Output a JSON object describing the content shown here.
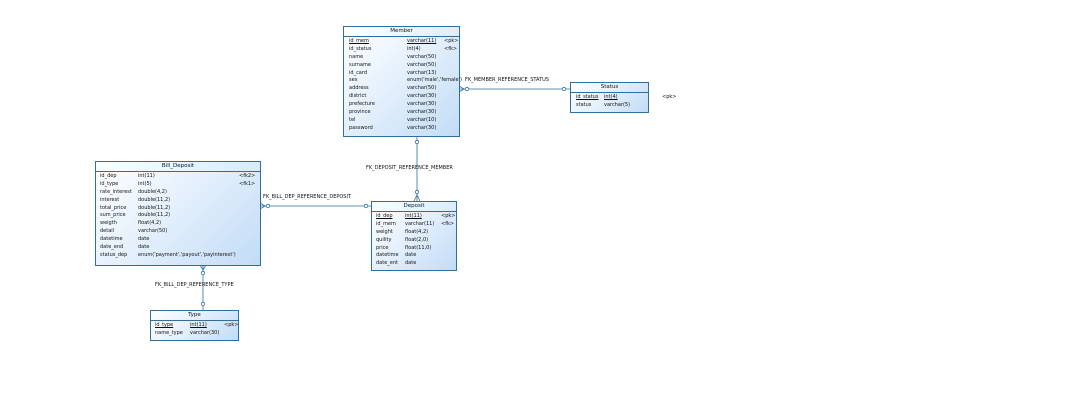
{
  "entities": {
    "member": {
      "title": "Member",
      "rows": [
        {
          "name": "id_mem",
          "type": "varchar(11)",
          "key": "<pk>",
          "pk": true
        },
        {
          "name": "id_status",
          "type": "int(4)",
          "key": "<fk>",
          "pk": false
        },
        {
          "name": "name",
          "type": "varchar(50)",
          "key": "",
          "pk": false
        },
        {
          "name": "surname",
          "type": "varchar(50)",
          "key": "",
          "pk": false
        },
        {
          "name": "id_card",
          "type": "varchar(13)",
          "key": "",
          "pk": false
        },
        {
          "name": "sex",
          "type": "enum('male','female')",
          "key": "",
          "pk": false
        },
        {
          "name": "address",
          "type": "varchar(50)",
          "key": "",
          "pk": false
        },
        {
          "name": "district",
          "type": "varchar(30)",
          "key": "",
          "pk": false
        },
        {
          "name": "prefecture",
          "type": "varchar(30)",
          "key": "",
          "pk": false
        },
        {
          "name": "province",
          "type": "varchar(30)",
          "key": "",
          "pk": false
        },
        {
          "name": "tel",
          "type": "varchar(10)",
          "key": "",
          "pk": false
        },
        {
          "name": "password",
          "type": "varchar(30)",
          "key": "",
          "pk": false
        }
      ]
    },
    "status": {
      "title": "Status",
      "rows": [
        {
          "name": "id_status",
          "type": "int(4)",
          "key": "<pk>",
          "pk": true
        },
        {
          "name": "status",
          "type": "varchar(5)",
          "key": "",
          "pk": false
        }
      ]
    },
    "bill_deposit": {
      "title": "Bill_Deposit",
      "rows": [
        {
          "name": "id_dep",
          "type": "int(11)",
          "key": "<fk2>",
          "pk": false
        },
        {
          "name": "id_type",
          "type": "int(5)",
          "key": "<fk1>",
          "pk": false
        },
        {
          "name": "rate_interest",
          "type": "double(4,2)",
          "key": "",
          "pk": false
        },
        {
          "name": "interest",
          "type": "double(11,2)",
          "key": "",
          "pk": false
        },
        {
          "name": "total_price",
          "type": "double(11,2)",
          "key": "",
          "pk": false
        },
        {
          "name": "sum_price",
          "type": "double(11,2)",
          "key": "",
          "pk": false
        },
        {
          "name": "weigth",
          "type": "float(4,2)",
          "key": "",
          "pk": false
        },
        {
          "name": "detail",
          "type": "varchar(50)",
          "key": "",
          "pk": false
        },
        {
          "name": "datetime",
          "type": "date",
          "key": "",
          "pk": false
        },
        {
          "name": "date_end",
          "type": "date",
          "key": "",
          "pk": false
        },
        {
          "name": "status_dep",
          "type": "enum('payment','payout','payinterest')",
          "key": "",
          "pk": false
        }
      ]
    },
    "deposit": {
      "title": "Deposit",
      "rows": [
        {
          "name": "id_dep",
          "type": "int(11)",
          "key": "<pk>",
          "pk": true
        },
        {
          "name": "id_mem",
          "type": "varchar(11)",
          "key": "<fk>",
          "pk": false
        },
        {
          "name": "weight",
          "type": "float(4,2)",
          "key": "",
          "pk": false
        },
        {
          "name": "quility",
          "type": "float(2,0)",
          "key": "",
          "pk": false
        },
        {
          "name": "price",
          "type": "float(11,0)",
          "key": "",
          "pk": false
        },
        {
          "name": "datetime",
          "type": "date",
          "key": "",
          "pk": false
        },
        {
          "name": "date_ent",
          "type": "date",
          "key": "",
          "pk": false
        }
      ]
    },
    "type": {
      "title": "Type",
      "rows": [
        {
          "name": "id_type",
          "type": "int(11)",
          "key": "<pk>",
          "pk": true
        },
        {
          "name": "name_type",
          "type": "varchar(30)",
          "key": "",
          "pk": false
        }
      ]
    }
  },
  "connectors": {
    "member_status": "FK_MEMBER_REFERENCE_STATUS",
    "deposit_member": "FK_DEPOSIT_REFERENCE_MEMBER",
    "bill_deposit": "FK_BILL_DEP_REFERENCE_DEPOSIT",
    "bill_type": "FK_BILL_DEP_REFERENCE_TYPE"
  },
  "colors": {
    "line": "#2f6fa0",
    "box_light": "#e8f2fd",
    "box_dark": "#c2dcf6"
  }
}
